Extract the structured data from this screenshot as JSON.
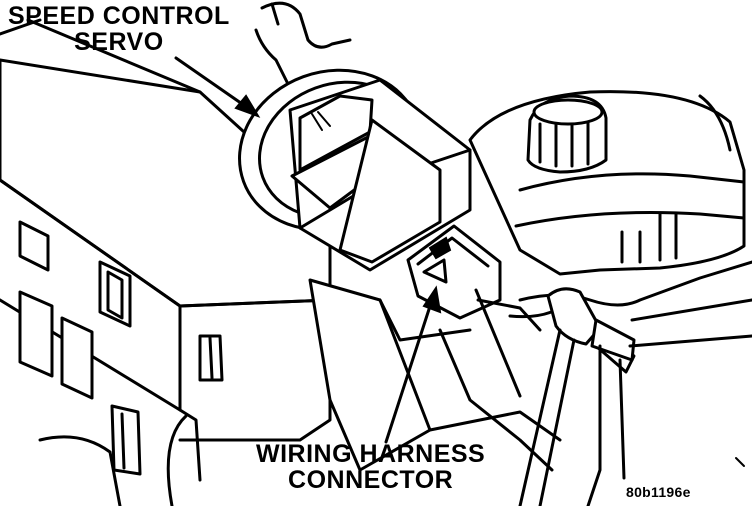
{
  "callouts": {
    "servo": {
      "line1": "SPEED CONTROL",
      "line2": "SERVO"
    },
    "harness": {
      "line1": "WIRING HARNESS",
      "line2": "CONNECTOR"
    }
  },
  "figure_id": "80b1196e",
  "colors": {
    "ink": "#000000",
    "paper": "#ffffff"
  }
}
